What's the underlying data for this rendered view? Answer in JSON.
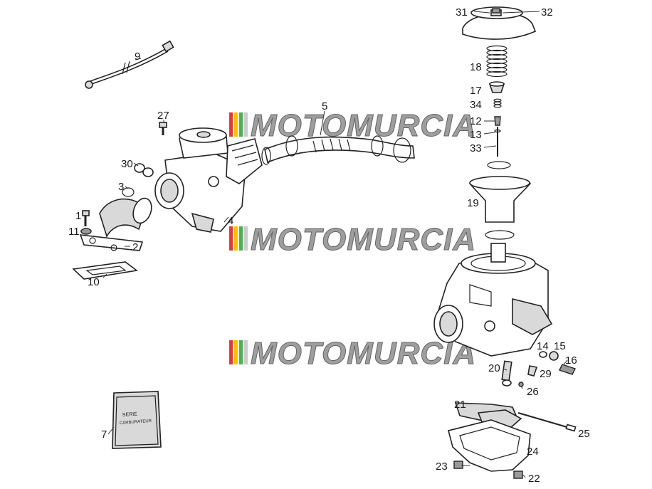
{
  "watermark": {
    "text": "MOTOMURCIA",
    "color": "#9e9e9e",
    "stripe_colors": [
      "#e53935",
      "#f6c400",
      "#4caf50",
      "#cccccc"
    ]
  },
  "callouts": {
    "c1": "1",
    "c2": "2",
    "c3": "3",
    "c4": "4",
    "c5": "5",
    "c7": "7",
    "c9": "9",
    "c10": "10",
    "c11": "11",
    "c12": "12",
    "c13": "13",
    "c14": "14",
    "c15": "15",
    "c16": "16",
    "c17": "17",
    "c18": "18",
    "c19": "19",
    "c20": "20",
    "c21": "21",
    "c22": "22",
    "c23": "23",
    "c24": "24",
    "c25": "25",
    "c26": "26",
    "c27": "27",
    "c29": "29",
    "c30": "30",
    "c31": "31",
    "c32": "32",
    "c33": "33",
    "c34": "34"
  },
  "document_card": {
    "line1": "SERIE",
    "line2": "CARBURATEUR"
  }
}
